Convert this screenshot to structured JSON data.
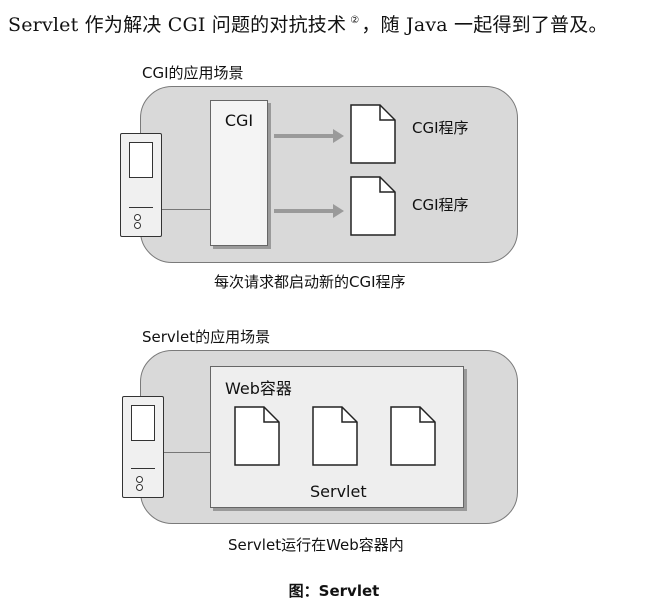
{
  "intro": {
    "before": "Servlet 作为解决 CGI 问题的对抗技术",
    "footnote": "②",
    "after": "，随 Java 一起得到了普及。"
  },
  "cgi_scene": {
    "title": "CGI的应用场景",
    "cgi_label": "CGI",
    "program_labels": [
      "CGI程序",
      "CGI程序"
    ],
    "caption": "每次请求都启动新的CGI程序"
  },
  "servlet_scene": {
    "title": "Servlet的应用场景",
    "container_label": "Web容器",
    "servlet_label": "Servlet",
    "caption": "Servlet运行在Web容器内"
  },
  "figure_caption": "图：Servlet",
  "colors": {
    "panel_fill": "#d9d9d9",
    "box_fill": "#f4f4f4",
    "arrow": "#9a9a9a"
  },
  "icons": [
    "server-icon",
    "document-icon",
    "arrow-right-icon"
  ]
}
